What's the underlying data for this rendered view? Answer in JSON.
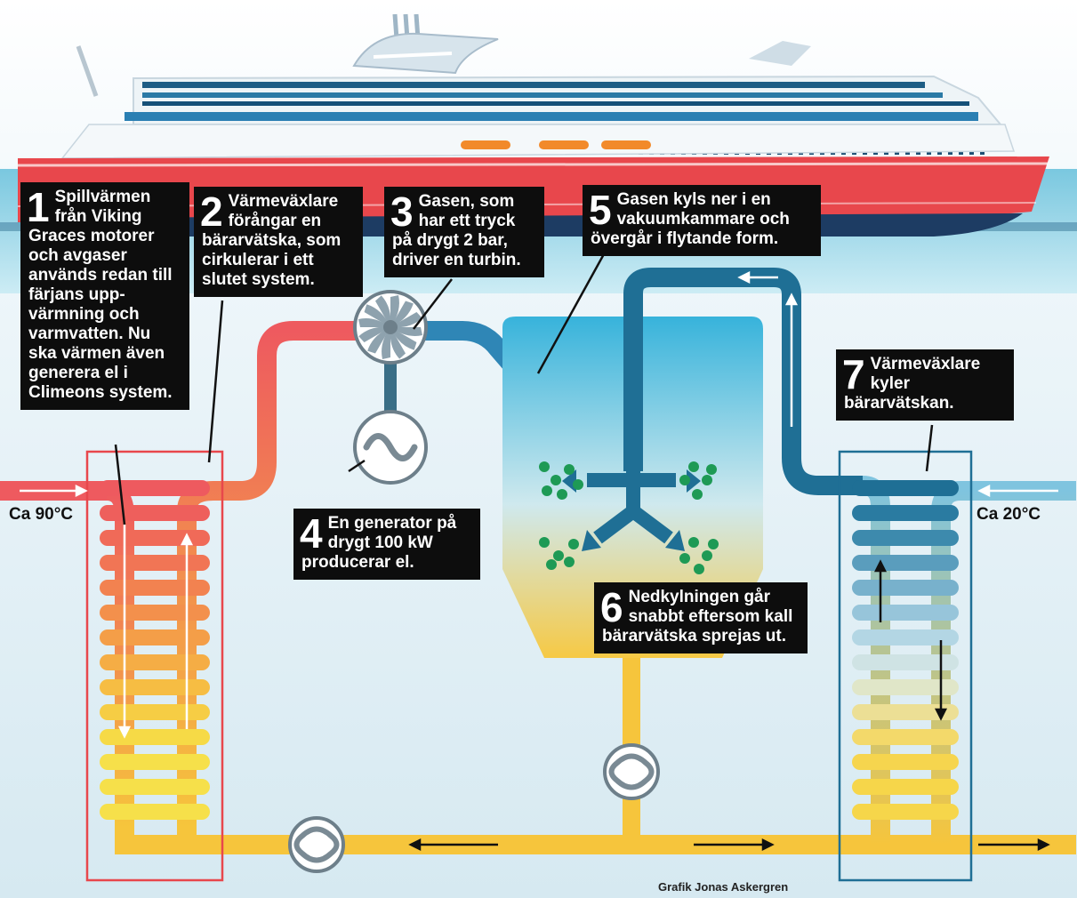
{
  "callouts": [
    {
      "num": "1",
      "text": "Spillvärmen från Viking Graces motorer och avgaser används redan till färjans upp-värmning och varmvatten. Nu ska värmen även generera el i Climeons system."
    },
    {
      "num": "2",
      "text": "Värmeväxlare förångar en bärarvätska, som cirkulerar i ett slutet system."
    },
    {
      "num": "3",
      "text": "Gasen, som har ett tryck på drygt 2 bar, driver en turbin."
    },
    {
      "num": "4",
      "text": "En generator på drygt 100 kW producerar el."
    },
    {
      "num": "5",
      "text": "Gasen kyls ner i en vakuumkammare och övergår i flytande form."
    },
    {
      "num": "6",
      "text": "Nedkylningen går snabbt eftersom kall bärarvätska sprejas ut."
    },
    {
      "num": "7",
      "text": "Värmeväxlare kyler bärarvätskan."
    }
  ],
  "temps": {
    "hot": "Ca 90°C",
    "cold": "Ca 20°C"
  },
  "credit": "Grafik Jonas Askergren",
  "colors": {
    "hot_pipe": "#ee5a5f",
    "cold_pipe": "#1f7aa3",
    "return_pipe": "#f6c53c",
    "sea": "#8fd0e3",
    "hull_red": "#e8474c",
    "callout_bg": "#0d0d0d"
  },
  "icons": [
    "ship-illustration",
    "turbin-icon",
    "generator-icon",
    "pump-icon",
    "heat-exchanger-icon",
    "vacuum-chamber-icon"
  ]
}
